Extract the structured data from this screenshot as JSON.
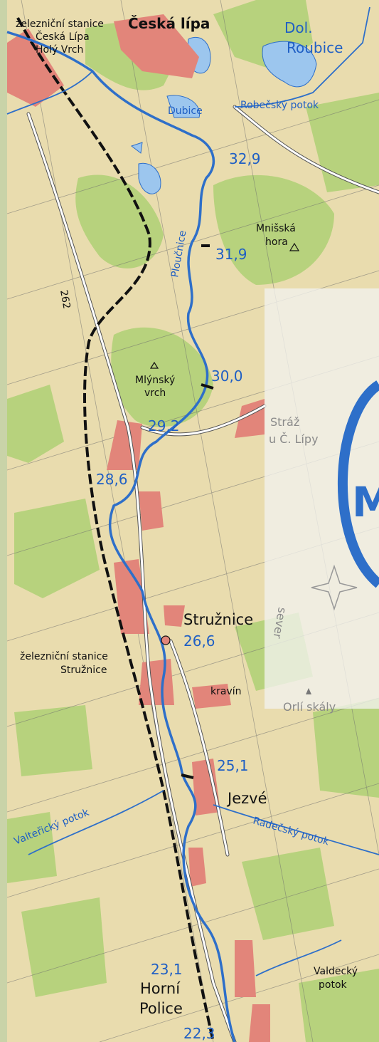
{
  "labels": {
    "station_ceska_lipa": [
      "železniční stanice",
      "Česká Lípa",
      "Holý Vrch"
    ],
    "ceska_lipa": "Česká lípa",
    "dol_roubice": [
      "Dol.",
      "Roubice"
    ],
    "dubice": "Dubice",
    "robecsky_potok": "Robečský potok",
    "mnisska_hora": [
      "Mnišská",
      "hora"
    ],
    "ploucnice": "Ploučnice",
    "road_262": "262",
    "mlynsky_vrch": [
      "Mlýnský",
      "vrch"
    ],
    "straz": [
      "Stráž",
      "u Č. Lípy"
    ],
    "struznice": "Stružnice",
    "station_struznice": [
      "železniční stanice",
      "Stružnice"
    ],
    "kravin": "kravín",
    "orli_skaly": "Orlí skály",
    "sever": "sever",
    "jezve": "Jezvé",
    "radecsky_potok": "Radečský potok",
    "valterticky_potok": "Valteřický potok",
    "valdecky_potok": [
      "Valdecký",
      "potok"
    ],
    "horni_police": [
      "Horní",
      "Police"
    ],
    "logo_letter": "M"
  },
  "km_markers": [
    "32,9",
    "31,9",
    "30,0",
    "29,2",
    "28,6",
    "26,6",
    "25,1",
    "23,1",
    "22,3"
  ],
  "colors": {
    "land": "#e9dcae",
    "forest": "#b7d27d",
    "urban": "#e2857a",
    "river": "#2e6fc9",
    "lake": "#9cc6ee",
    "road": "#ffffff",
    "rail": "#111111",
    "overlay": "#f2f2ee"
  },
  "icons": [
    "hill-triangle-icon",
    "compass-rose-icon",
    "church-icon",
    "rock-icon"
  ]
}
